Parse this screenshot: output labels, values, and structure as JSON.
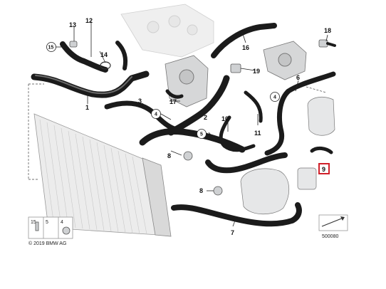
{
  "callouts": {
    "c1": "1",
    "c2": "2",
    "c3": "3",
    "c4": "4",
    "c5": "5",
    "c6": "6",
    "c7": "7",
    "c8": "8",
    "c8b": "8",
    "c9": "9",
    "c10": "10",
    "c11": "11",
    "c12": "12",
    "c13": "13",
    "c14": "14",
    "c15": "15",
    "c16": "16",
    "c17": "17",
    "c18": "18",
    "c19": "19"
  },
  "circled": {
    "a15": "15",
    "a4": "4",
    "a5": "5",
    "a4b": "4"
  },
  "legend": {
    "k15": "15",
    "k5": "5",
    "k4": "4",
    "copyright": "© 2019 BMW AG"
  },
  "footer": {
    "diagram_number": "500080"
  },
  "colors": {
    "highlight": "#d0202a",
    "hose": "#1b1b1b",
    "part": "#cfd1d3"
  }
}
